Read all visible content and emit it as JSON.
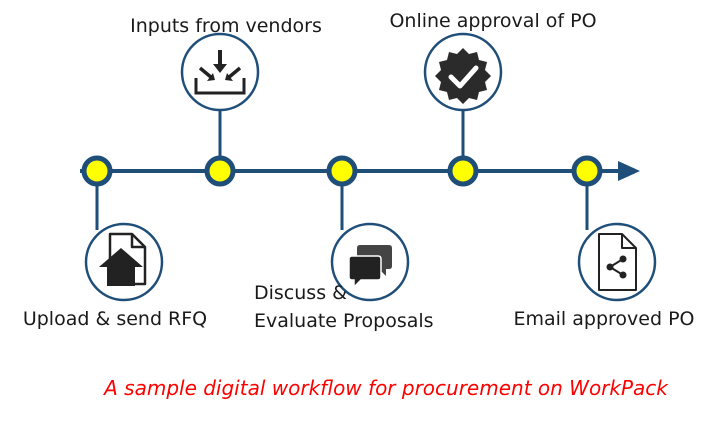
{
  "colors": {
    "timeline": "#1f4e79",
    "node_fill": "#ffff00",
    "icon_stroke": "#1f4e79",
    "caption": "#ff0000"
  },
  "steps": [
    {
      "label": "Upload & send RFQ",
      "icon": "upload-document-icon"
    },
    {
      "label": "Inputs from vendors",
      "icon": "inbox-download-icon"
    },
    {
      "label_line1": "Discuss &",
      "label_line2": "Evaluate Proposals",
      "icon": "chat-bubbles-icon"
    },
    {
      "label": "Online approval of PO",
      "icon": "approved-badge-icon"
    },
    {
      "label": "Email approved PO",
      "icon": "share-document-icon"
    }
  ],
  "caption": "A sample digital workflow for procurement on WorkPack"
}
